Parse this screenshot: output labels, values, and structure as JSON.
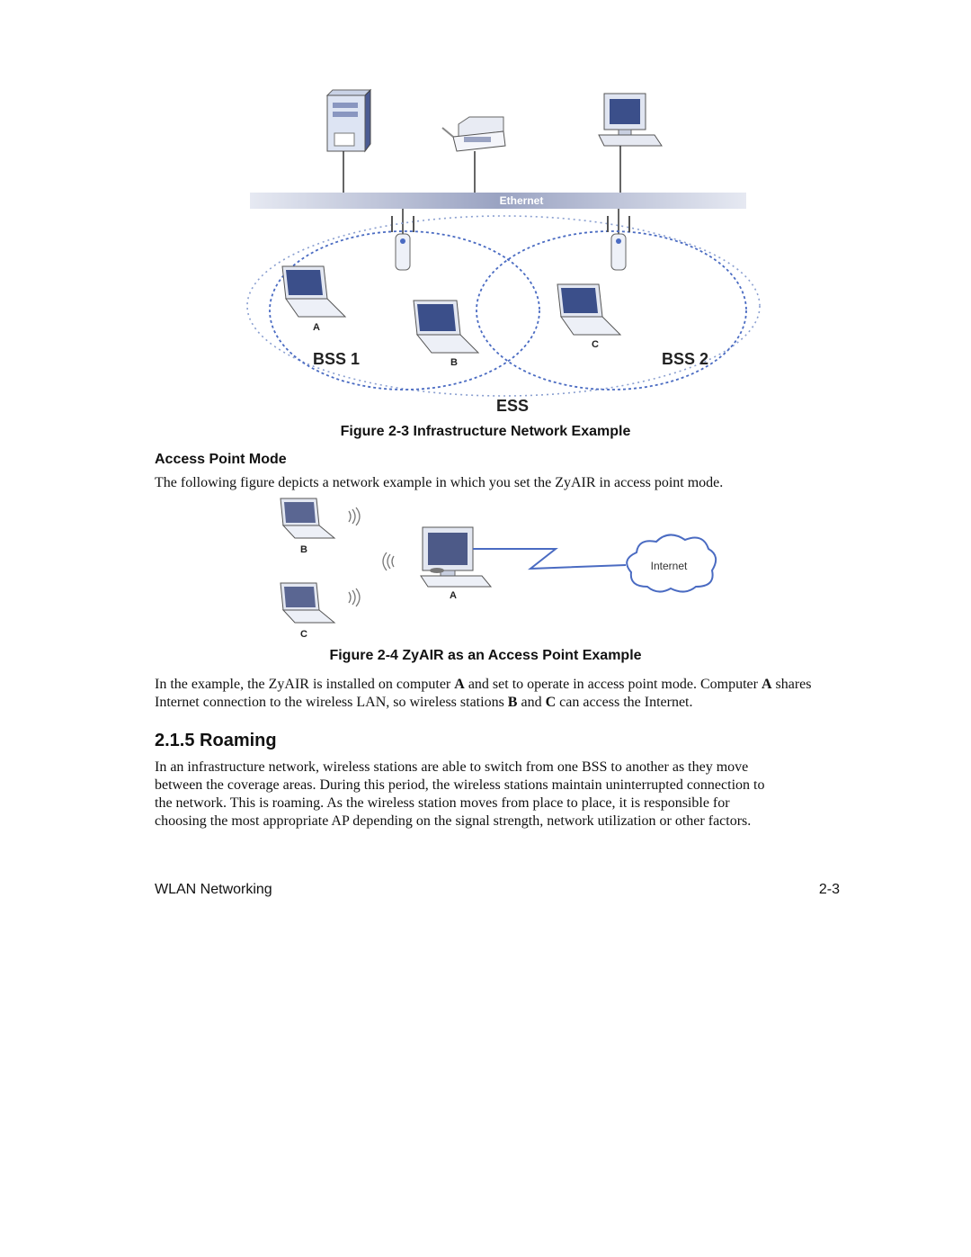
{
  "figure1": {
    "caption": "Figure 2-3 Infrastructure Network Example",
    "labels": {
      "ethernet": "Ethernet",
      "bss1": "BSS 1",
      "bss2": "BSS 2",
      "ess": "ESS",
      "a": "A",
      "b": "B",
      "c": "C"
    }
  },
  "section_ap": {
    "heading": "Access Point Mode",
    "intro": "The following figure depicts a network example in which you set the ZyAIR in access point mode."
  },
  "figure2": {
    "caption": "Figure 2-4 ZyAIR as an Access Point Example",
    "labels": {
      "a": "A",
      "b": "B",
      "c": "C",
      "internet": "Internet"
    }
  },
  "example_paragraph": {
    "p1": "In the example, the ZyAIR is installed on computer ",
    "b1": "A",
    "p2": " and set to operate in access point mode. Computer ",
    "b2": "A",
    "p3": " shares Internet connection to the wireless LAN, so wireless stations ",
    "b3": "B",
    "p4": " and ",
    "b4": "C",
    "p5": " can access the Internet."
  },
  "section_roaming": {
    "heading": "2.1.5  Roaming",
    "body_lines": [
      "In an infrastructure network, wireless stations are able to switch from one BSS to another as they move",
      "between the coverage areas. During this period, the wireless stations maintain uninterrupted connection to",
      "the network. This is roaming. As the wireless station moves from place to place, it is responsible for",
      "choosing the most appropriate AP depending on the signal strength, network utilization or other factors."
    ]
  },
  "footer": {
    "left": "WLAN Networking",
    "right": "2-3"
  }
}
